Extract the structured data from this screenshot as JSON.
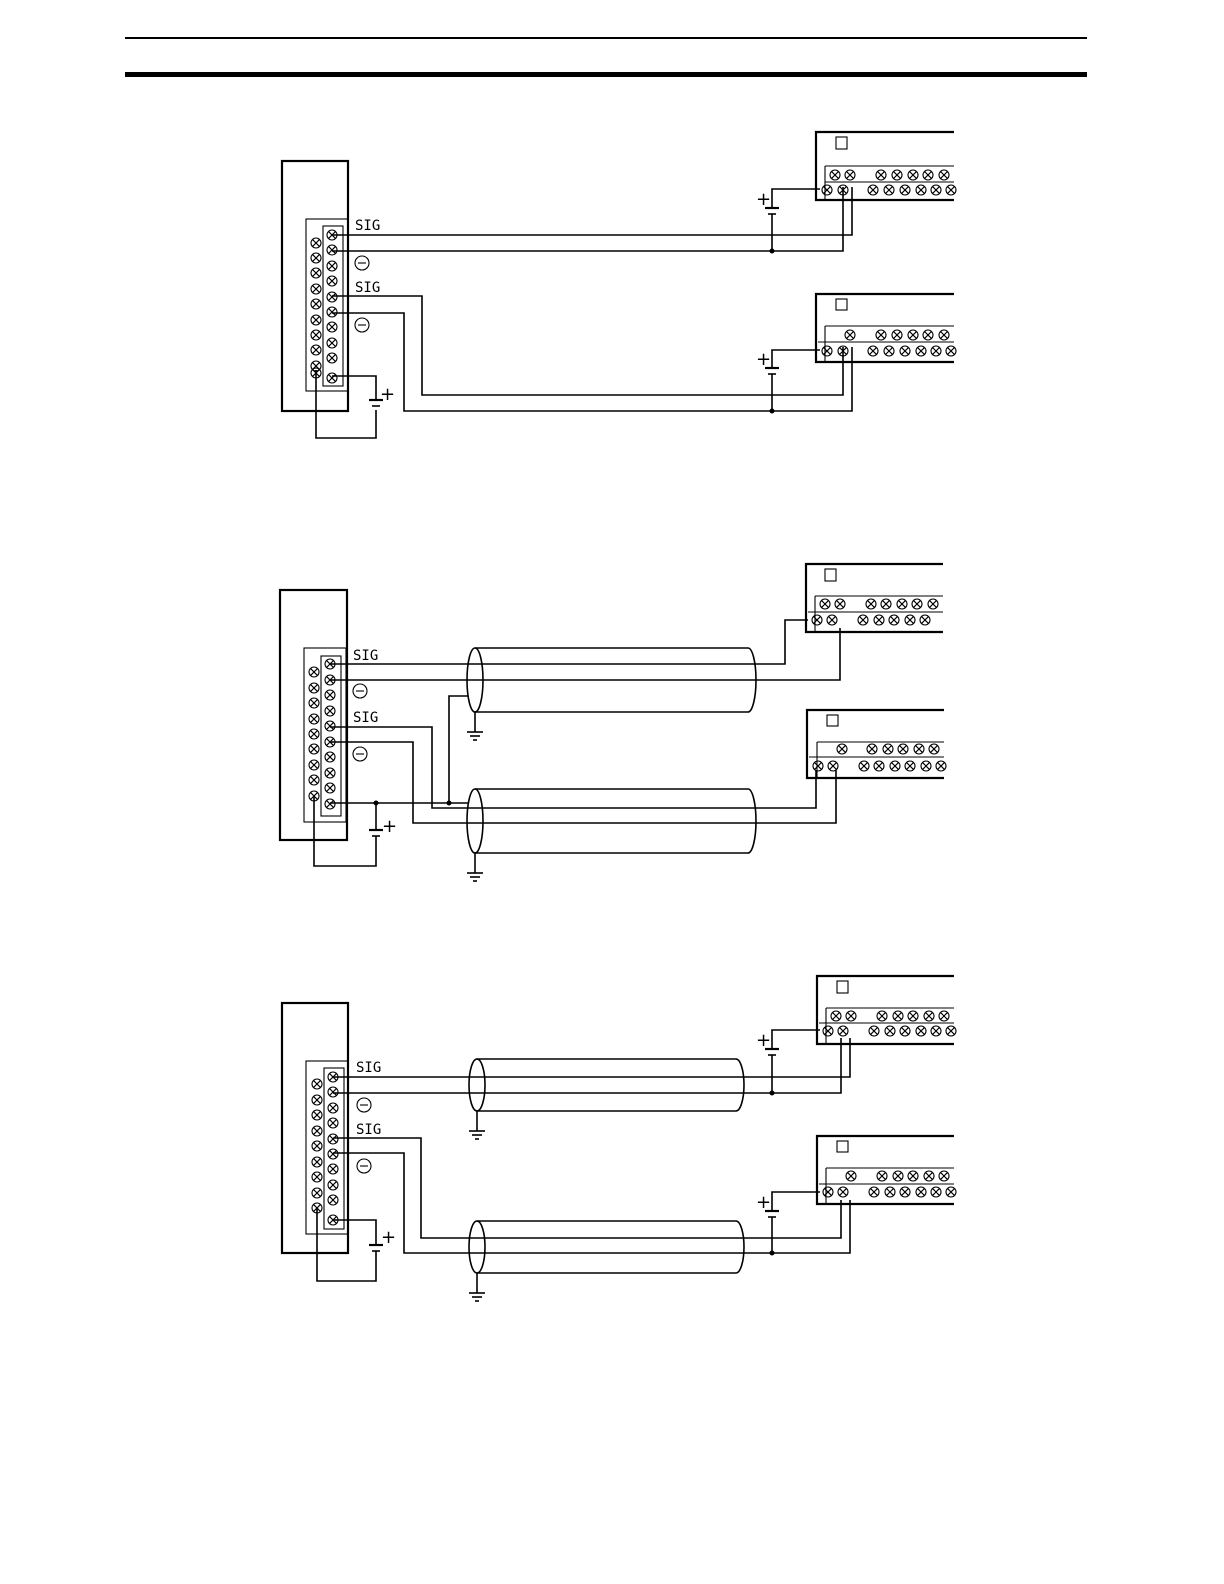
{
  "labels": {
    "sig": "SIG",
    "minus": "−",
    "plus": "+"
  },
  "diagrams": [
    {
      "id": "diagram-1",
      "shielded": false
    },
    {
      "id": "diagram-2",
      "shielded": true
    },
    {
      "id": "diagram-3",
      "shielded": true
    }
  ]
}
